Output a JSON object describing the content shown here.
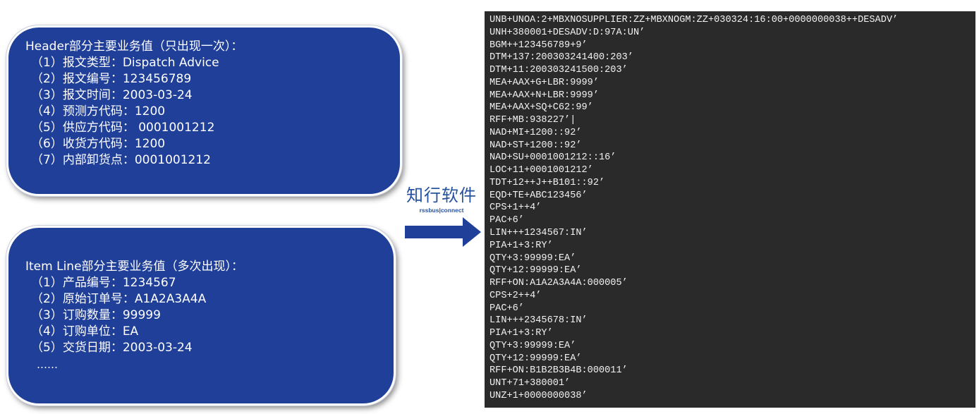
{
  "header_box": {
    "title": "Header部分主要业务值（只出现一次）：",
    "items": [
      "（1）报文类型：Dispatch Advice",
      "（2）报文编号：123456789",
      "（3）报文时间：2003-03-24",
      "（4）预测方代码：1200",
      "（5）供应方代码： 0001001212",
      "（6）收货方代码：1200",
      "（7）内部卸货点：0001001212"
    ]
  },
  "item_box": {
    "title": "Item Line部分主要业务值（多次出现）：",
    "items": [
      "（1）产品编号：1234567",
      "（2）原始订单号：A1A2A3A4A",
      "（3）订购数量：99999",
      "（4）订购单位：EA",
      "（5）交货日期：2003-03-24"
    ],
    "ellipsis": "……"
  },
  "brand": {
    "name": "知行软件",
    "sub": "rssbus|connect"
  },
  "edi_lines": [
    "UNB+UNOA:2+MBXNOSUPPLIER:ZZ+MBXNOGM:ZZ+030324:16:00+0000000038++DESADV’",
    "UNH+380001+DESADV:D:97A:UN’",
    "BGM++123456789+9’",
    "DTM+137:200303241400:203’",
    "DTM+11:200303241500:203’",
    "MEA+AAX+G+LBR:9999’",
    "MEA+AAX+N+LBR:9999’",
    "MEA+AAX+SQ+C62:99’",
    "RFF+MB:938227’|",
    "NAD+MI+1200::92’",
    "NAD+ST+1200::92’",
    "NAD+SU+0001001212::16’",
    "LOC+11+0001001212’",
    "TDT+12++J++B101::92’",
    "EQD+TE+ABC123456’",
    "CPS+1++4’",
    "PAC+6’",
    "LIN+++1234567:IN’",
    "PIA+1+3:RY’",
    "QTY+3:99999:EA’",
    "QTY+12:99999:EA’",
    "RFF+ON:A1A2A3A4A:000005’",
    "CPS+2++4’",
    "PAC+6’",
    "LIN+++2345678:IN’",
    "PIA+1+3:RY’",
    "QTY+3:99999:EA’",
    "QTY+12:99999:EA’",
    "RFF+ON:B1B2B3B4B:000011’",
    "UNT+71+380001’",
    "UNZ+1+0000000038’"
  ],
  "colors": {
    "bubble_fill": "#1f3f99",
    "arrow_fill": "#1f3f99",
    "panel_bg": "#2a2a2a",
    "brand_text": "#2553a0"
  }
}
